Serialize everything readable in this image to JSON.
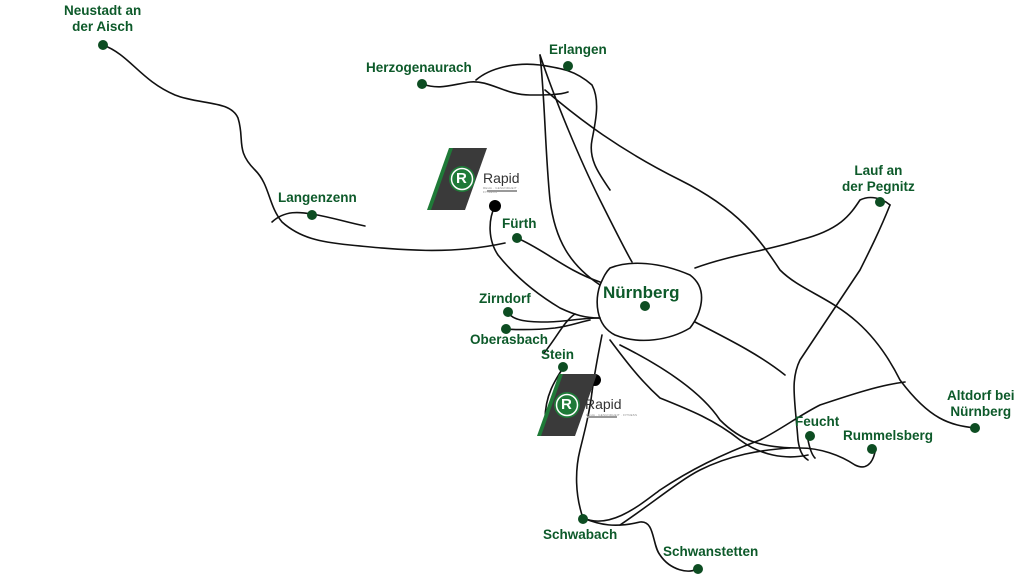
{
  "colors": {
    "city": "#0d5a2a",
    "road": "#111111",
    "office": "#000000",
    "logo_dark": "#3a3a3a",
    "logo_green": "#1f7a38"
  },
  "cities": [
    {
      "id": "neustadt",
      "lines": [
        "Neustadt an",
        "der Aisch"
      ]
    },
    {
      "id": "erlangen",
      "lines": [
        "Erlangen"
      ]
    },
    {
      "id": "herzogenaurach",
      "lines": [
        "Herzogenaurach"
      ]
    },
    {
      "id": "langenzenn",
      "lines": [
        "Langenzenn"
      ]
    },
    {
      "id": "fuerth",
      "lines": [
        "Fürth"
      ]
    },
    {
      "id": "lauf",
      "lines": [
        "Lauf an",
        "der Pegnitz"
      ]
    },
    {
      "id": "nuernberg",
      "lines": [
        "Nürnberg"
      ]
    },
    {
      "id": "zirndorf",
      "lines": [
        "Zirndorf"
      ]
    },
    {
      "id": "oberasbach",
      "lines": [
        "Oberasbach"
      ]
    },
    {
      "id": "stein",
      "lines": [
        "Stein"
      ]
    },
    {
      "id": "altdorf",
      "lines": [
        "Altdorf bei",
        "Nürnberg"
      ]
    },
    {
      "id": "feucht",
      "lines": [
        "Feucht"
      ]
    },
    {
      "id": "rummelsberg",
      "lines": [
        "Rummelsberg"
      ]
    },
    {
      "id": "schwabach",
      "lines": [
        "Schwabach"
      ]
    },
    {
      "id": "schwanstetten",
      "lines": [
        "Schwanstetten"
      ]
    }
  ],
  "logos": [
    {
      "id": "logo-fuerth",
      "letter": "R",
      "name": "Rapid",
      "tagline": "REHA · GESUNDHEIT · FITNESS"
    },
    {
      "id": "logo-stein",
      "letter": "R",
      "name": "Rapid",
      "tagline": "REHA · GESUNDHEIT · FITNESS"
    }
  ]
}
